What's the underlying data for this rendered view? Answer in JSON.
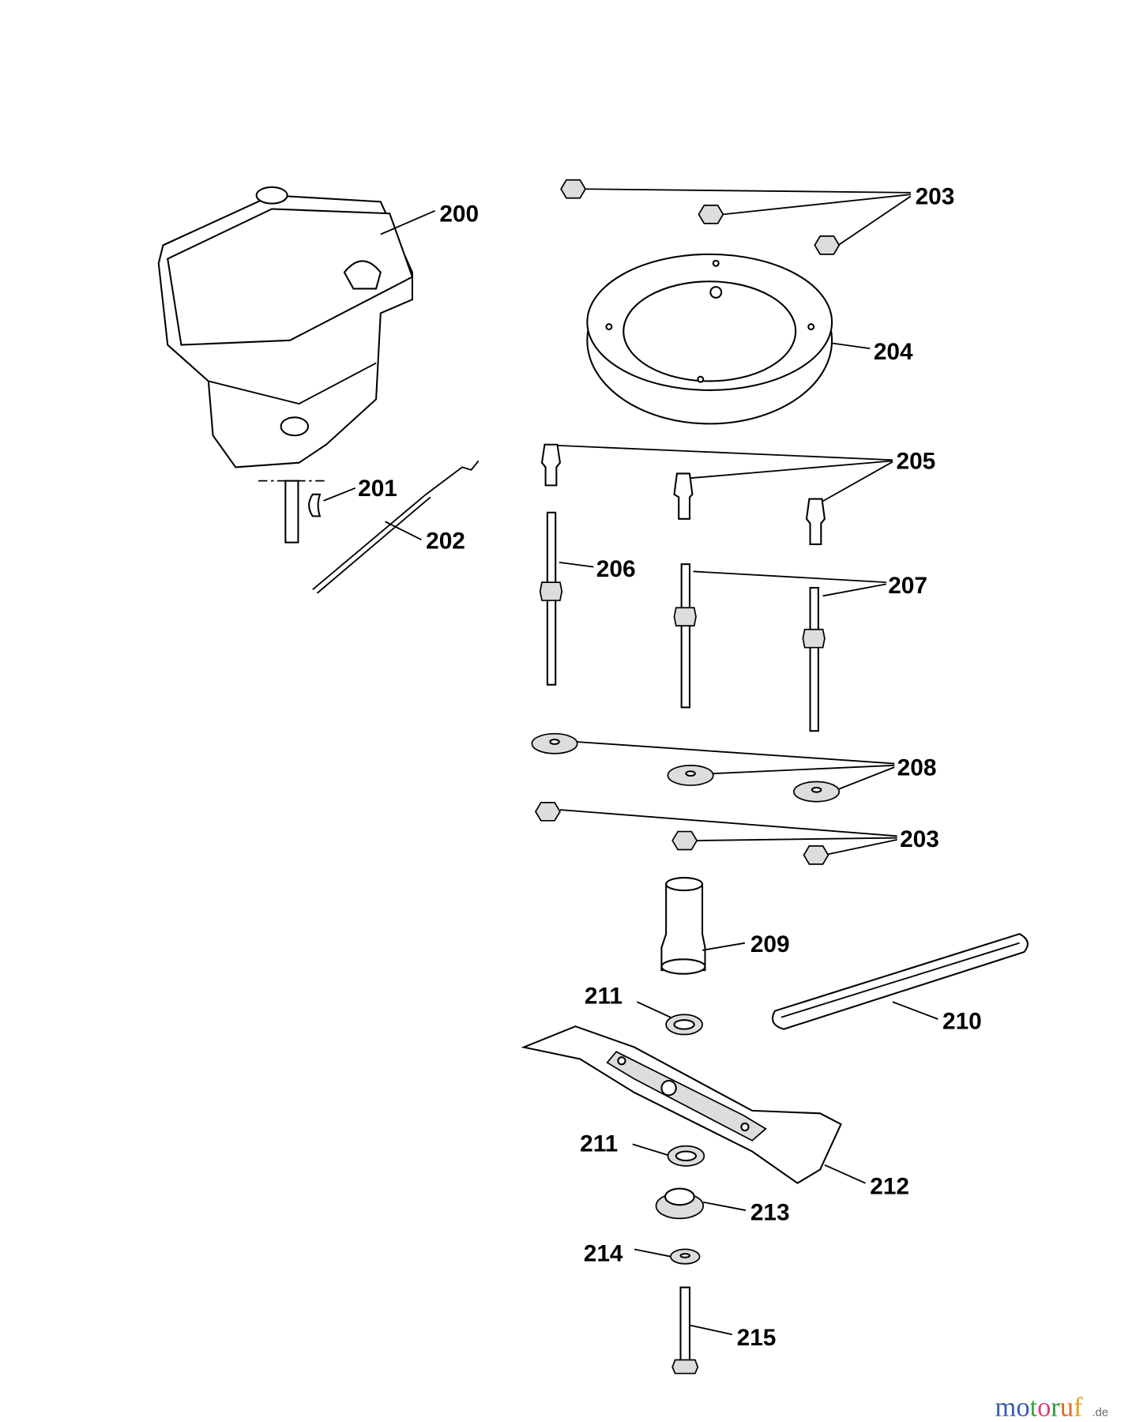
{
  "diagram": {
    "callouts": {
      "c200": "200",
      "c201": "201",
      "c202": "202",
      "c203a": "203",
      "c203b": "203",
      "c204": "204",
      "c205": "205",
      "c206": "206",
      "c207": "207",
      "c208": "208",
      "c209": "209",
      "c210": "210",
      "c211a": "211",
      "c211b": "211",
      "c212": "212",
      "c213": "213",
      "c214": "214",
      "c215": "215"
    },
    "parts": [
      "engine",
      "key",
      "throttle-cable",
      "lock-nut",
      "mounting-ring",
      "spacer",
      "stud-bolt",
      "threaded-stud",
      "washer",
      "blade-adapter",
      "v-belt",
      "spring-washer",
      "mower-blade",
      "blade-holder",
      "washer-small",
      "blade-bolt"
    ]
  },
  "watermark": {
    "letters": [
      "m",
      "o",
      "t",
      "o",
      "r",
      "u",
      "f"
    ],
    "colors": [
      "#3b5bab",
      "#3b5bab",
      "#3aa33a",
      "#e0407a",
      "#2a9a3a",
      "#e06a20",
      "#e0a020"
    ],
    "suffix": ".de"
  }
}
